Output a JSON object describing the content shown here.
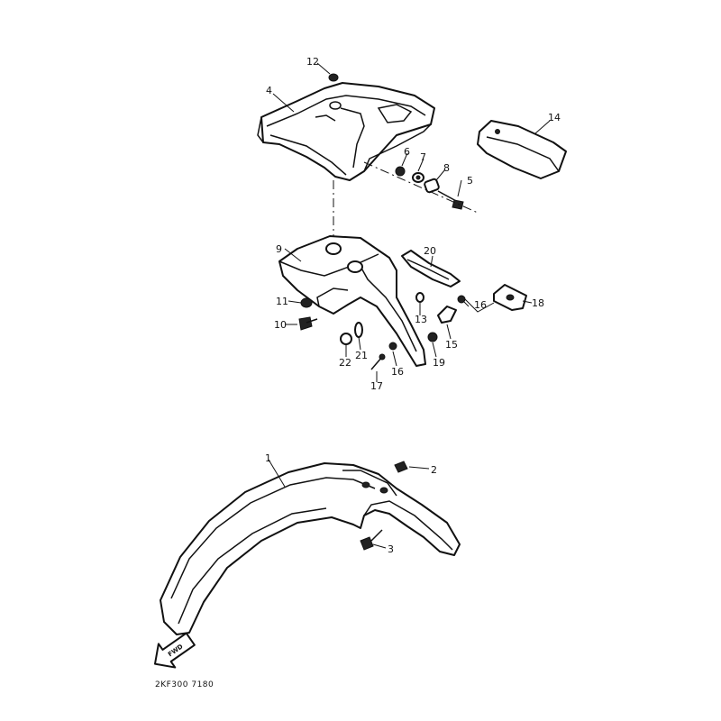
{
  "diagram": {
    "part_numbers": [
      "1",
      "2",
      "3",
      "4",
      "5",
      "6",
      "7",
      "8",
      "9",
      "10",
      "11",
      "12",
      "13",
      "14",
      "15",
      "16",
      "16",
      "17",
      "18",
      "19",
      "20",
      "21",
      "22"
    ],
    "labels": {
      "p1": "1",
      "p2": "2",
      "p3": "3",
      "p4": "4",
      "p5": "5",
      "p6": "6",
      "p7": "7",
      "p8": "8",
      "p9": "9",
      "p10": "10",
      "p11": "11",
      "p12": "12",
      "p13": "13",
      "p14": "14",
      "p15": "15",
      "p16a": "16",
      "p16b": "16",
      "p17": "17",
      "p18": "18",
      "p19": "19",
      "p20": "20",
      "p21": "21",
      "p22": "22"
    },
    "direction_arrow_text": "FWD",
    "drawing_code": "2KF300 7180",
    "colors": {
      "line": "#111111",
      "background": "#ffffff"
    }
  }
}
